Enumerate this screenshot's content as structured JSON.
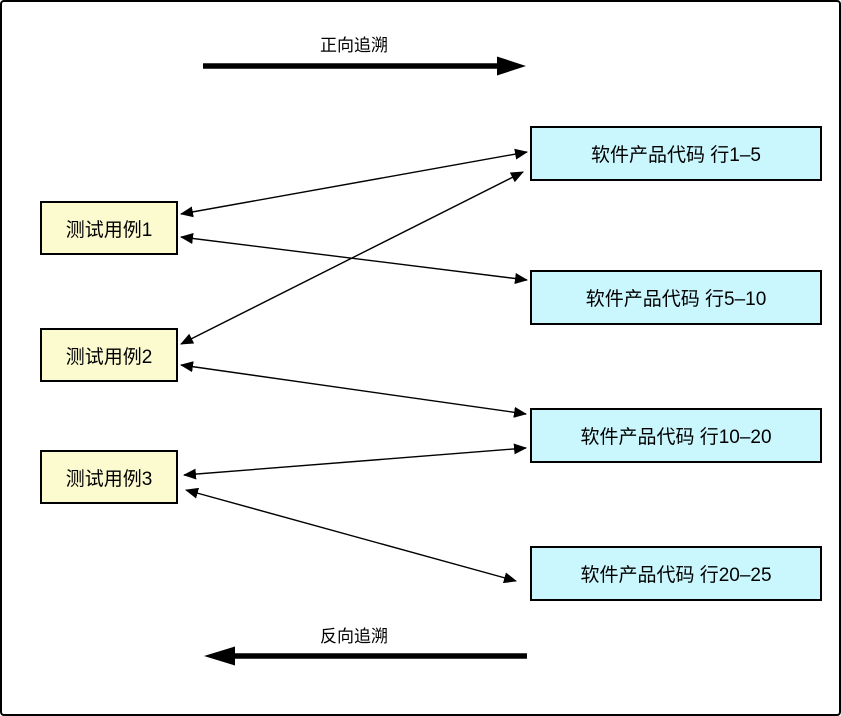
{
  "diagram": {
    "forward_label": "正向追溯",
    "backward_label": "反向追溯",
    "test_cases": [
      {
        "id": "tc1",
        "label": "测试用例1"
      },
      {
        "id": "tc2",
        "label": "测试用例2"
      },
      {
        "id": "tc3",
        "label": "测试用例3"
      }
    ],
    "code_blocks": [
      {
        "id": "code-1-5",
        "label": "软件产品代码 行1–5"
      },
      {
        "id": "code-5-10",
        "label": "软件产品代码 行5–10"
      },
      {
        "id": "code-10-20",
        "label": "软件产品代码 行10–20"
      },
      {
        "id": "code-20-25",
        "label": "软件产品代码 行20–25"
      }
    ],
    "connections": [
      {
        "from": "tc1",
        "to": "code-1-5",
        "bidirectional": true
      },
      {
        "from": "tc1",
        "to": "code-5-10",
        "bidirectional": true
      },
      {
        "from": "tc2",
        "to": "code-1-5",
        "bidirectional": true
      },
      {
        "from": "tc2",
        "to": "code-10-20",
        "bidirectional": true
      },
      {
        "from": "tc3",
        "to": "code-10-20",
        "bidirectional": true
      },
      {
        "from": "tc3",
        "to": "code-20-25",
        "bidirectional": true
      }
    ],
    "colors": {
      "test_case_fill": "#FCFBCF",
      "code_block_fill": "#C9F7FD",
      "stroke": "#000000",
      "background": "#FFFFFF"
    }
  }
}
